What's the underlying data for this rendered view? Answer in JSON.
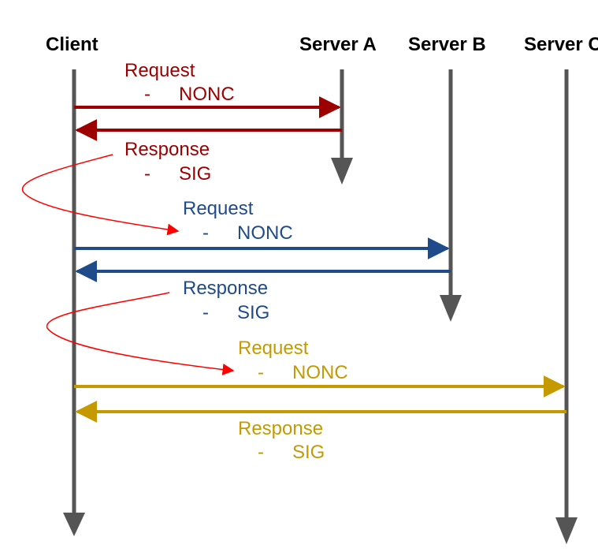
{
  "participants": {
    "client": "Client",
    "server_a": "Server A",
    "server_b": "Server B",
    "server_c": "Server C"
  },
  "colors": {
    "lifeline": "#555555",
    "exchange_a": "#9c0000",
    "exchange_b": "#1f4b8a",
    "exchange_c": "#c49a00",
    "curve": "#ff0000"
  },
  "exchanges": [
    {
      "server": "Server A",
      "request": {
        "title": "Request",
        "bullet": "-",
        "item": "NONC"
      },
      "response": {
        "title": "Response",
        "bullet": "-",
        "item": "SIG"
      }
    },
    {
      "server": "Server B",
      "request": {
        "title": "Request",
        "bullet": "-",
        "item": "NONC"
      },
      "response": {
        "title": "Response",
        "bullet": "-",
        "item": "SIG"
      }
    },
    {
      "server": "Server C",
      "request": {
        "title": "Request",
        "bullet": "-",
        "item": "NONC"
      },
      "response": {
        "title": "Response",
        "bullet": "-",
        "item": "SIG"
      }
    }
  ]
}
